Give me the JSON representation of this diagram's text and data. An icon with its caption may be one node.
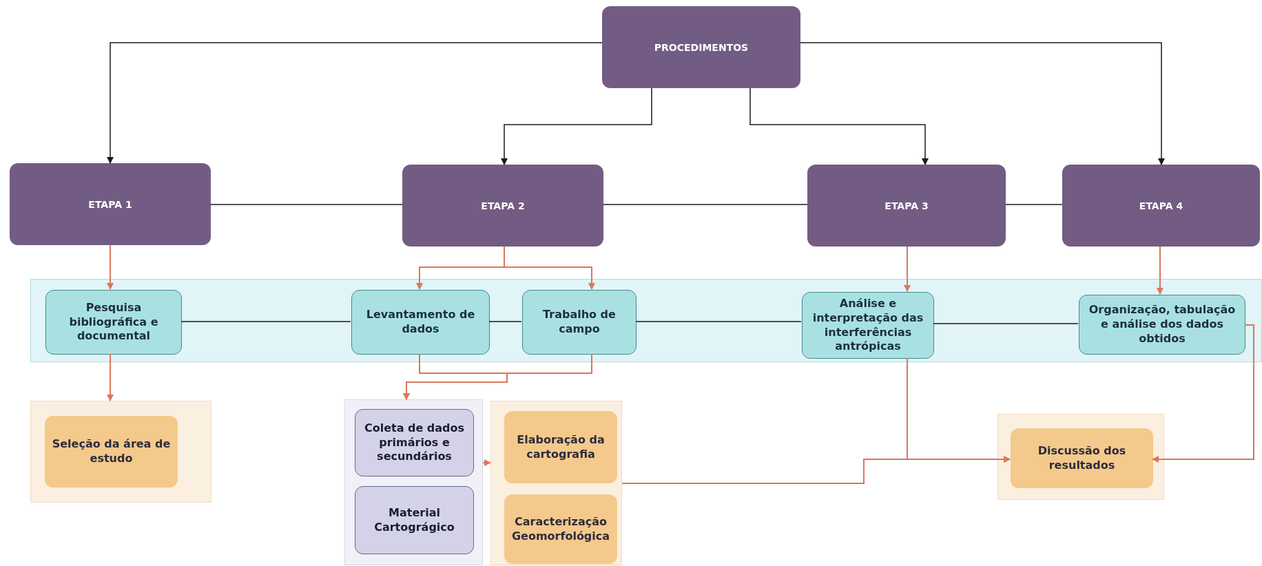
{
  "diagram": {
    "nodes": [
      {
        "text": [
          "PROCEDIMENTOS"
        ]
      },
      {
        "text": [
          "ETAPA 1"
        ]
      },
      {
        "text": [
          "ETAPA 2"
        ]
      },
      {
        "text": [
          "ETAPA 3"
        ]
      },
      {
        "text": [
          "ETAPA 4"
        ]
      },
      {
        "text": [],
        "shape": "box"
      },
      {
        "text": [
          "Pesquisa bibliográfica e documental"
        ],
        "in": 5
      },
      {
        "text": [
          "Levantamento de dados"
        ],
        "in": 5
      },
      {
        "text": [
          "Trabalho de campo"
        ],
        "in": 5
      },
      {
        "text": [
          "Análise e interpretação das interferências antrópicas"
        ],
        "in": 5
      },
      {
        "text": [
          "Organização, tabulação e análise dos dados obtidos"
        ],
        "in": 5
      },
      {
        "text": [],
        "shape": "box"
      },
      {
        "text": [
          "Seleção da área de estudo"
        ],
        "in": 11
      },
      {
        "text": [],
        "shape": "box"
      },
      {
        "text": [
          "Coleta de dados primários e secundários"
        ],
        "in": 13
      },
      {
        "text": [
          "Material Cartográgico"
        ],
        "in": 13
      },
      {
        "text": [],
        "shape": "box"
      },
      {
        "text": [
          "Elaboração da cartografia"
        ],
        "in": 16
      },
      {
        "text": [
          "Caracterização Geomorfológica"
        ],
        "in": 16
      },
      {
        "text": [],
        "shape": "box"
      },
      {
        "text": [
          "Discussão dos resultados"
        ],
        "in": 19
      }
    ],
    "edges": [
      {
        "from": 0,
        "to": 1,
        "arrow": "to",
        "color": "#1a1a1a"
      },
      {
        "from": 0,
        "to": 2,
        "arrow": "to",
        "color": "#1a1a1a"
      },
      {
        "from": 0,
        "to": 3,
        "arrow": "to",
        "color": "#1a1a1a"
      },
      {
        "from": 0,
        "to": 4,
        "arrow": "to",
        "color": "#1a1a1a"
      },
      {
        "from": 1,
        "to": 2,
        "arrow": "none",
        "color": "#1a1a1a"
      },
      {
        "from": 2,
        "to": 3,
        "arrow": "none",
        "color": "#1a1a1a"
      },
      {
        "from": 3,
        "to": 4,
        "arrow": "none",
        "color": "#1a1a1a"
      },
      {
        "from": 6,
        "to": 7,
        "arrow": "none",
        "color": "#1a1a1a"
      },
      {
        "from": 7,
        "to": 8,
        "arrow": "none",
        "color": "#1a1a1a"
      },
      {
        "from": 8,
        "to": 9,
        "arrow": "none",
        "color": "#1a1a1a"
      },
      {
        "from": 9,
        "to": 10,
        "arrow": "none",
        "color": "#1a1a1a"
      },
      {
        "from": 1,
        "to": 6,
        "arrow": "to"
      },
      {
        "from": 2,
        "to": 7,
        "arrow": "to"
      },
      {
        "from": 2,
        "to": 8,
        "arrow": "to"
      },
      {
        "from": 3,
        "to": 9,
        "arrow": "to"
      },
      {
        "from": 4,
        "to": 10,
        "arrow": "to"
      },
      {
        "from": 6,
        "to": 11,
        "arrow": "to"
      },
      {
        "from": 7,
        "to": 13,
        "arrow": "to"
      },
      {
        "from": 8,
        "to": 13,
        "arrow": "to"
      },
      {
        "from": 13,
        "to": 16,
        "arrow": "to"
      },
      {
        "from": 16,
        "to": 20,
        "arrow": "to"
      },
      {
        "from": 9,
        "to": 20,
        "arrow": "to"
      },
      {
        "from": 10,
        "to": 20,
        "arrow": "to"
      }
    ]
  }
}
